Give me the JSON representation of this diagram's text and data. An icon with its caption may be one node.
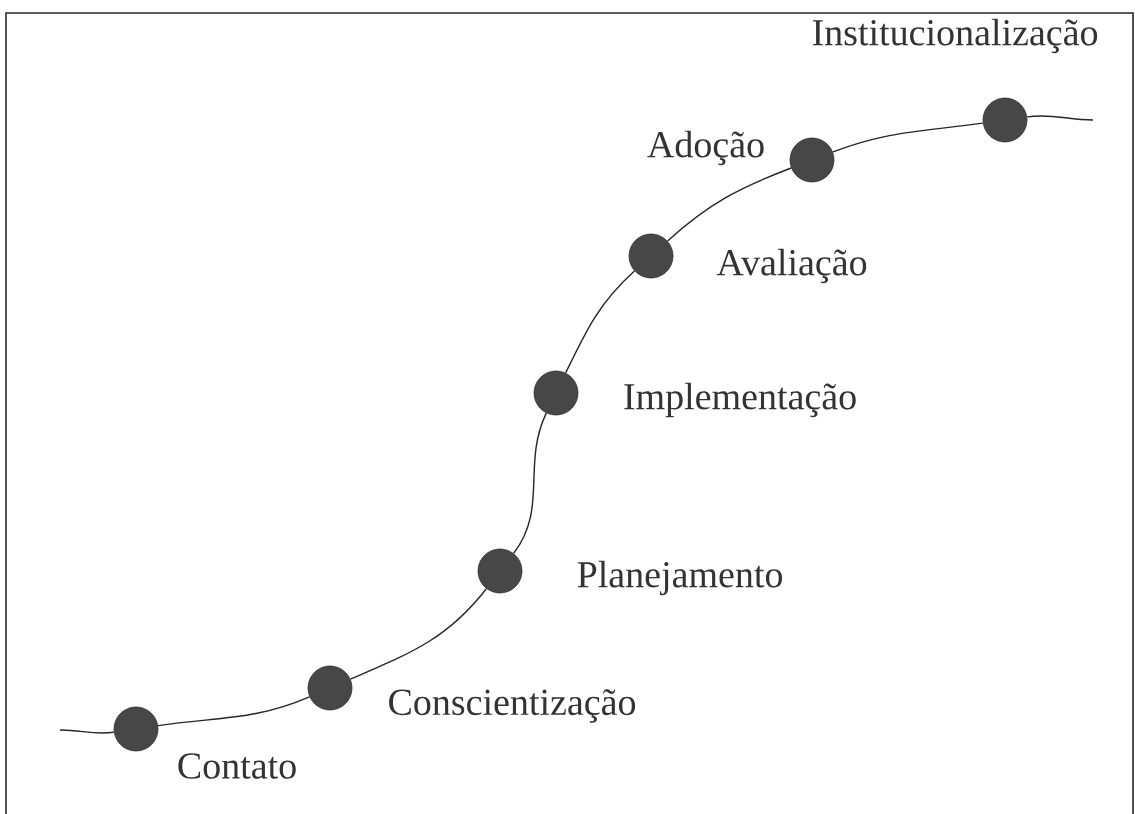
{
  "diagram": {
    "nodes": [
      {
        "text": [],
        "shape": "circle",
        "beside": [
          "Contato"
        ]
      },
      {
        "text": [],
        "shape": "circle",
        "beside": [
          "Conscientização"
        ]
      },
      {
        "text": [],
        "shape": "circle",
        "beside": [
          "Planejamento"
        ]
      },
      {
        "text": [],
        "shape": "circle",
        "beside": [
          "Implementação"
        ]
      },
      {
        "text": [],
        "shape": "circle",
        "beside": [
          "Avaliação"
        ]
      },
      {
        "text": [],
        "shape": "circle",
        "beside": [
          "Adoção"
        ]
      },
      {
        "text": [],
        "shape": "circle",
        "beside": [
          "Institucionalização"
        ]
      }
    ],
    "edges": [
      {
        "from": null,
        "to": 0,
        "arrow": "none"
      },
      {
        "from": 0,
        "to": 1,
        "arrow": "none"
      },
      {
        "from": 1,
        "to": 2,
        "arrow": "none"
      },
      {
        "from": 2,
        "to": 3,
        "arrow": "none"
      },
      {
        "from": 3,
        "to": 4,
        "arrow": "none"
      },
      {
        "from": 4,
        "to": 5,
        "arrow": "none"
      },
      {
        "from": 5,
        "to": 6,
        "arrow": "none"
      },
      {
        "from": 6,
        "to": null,
        "arrow": "none"
      }
    ]
  }
}
